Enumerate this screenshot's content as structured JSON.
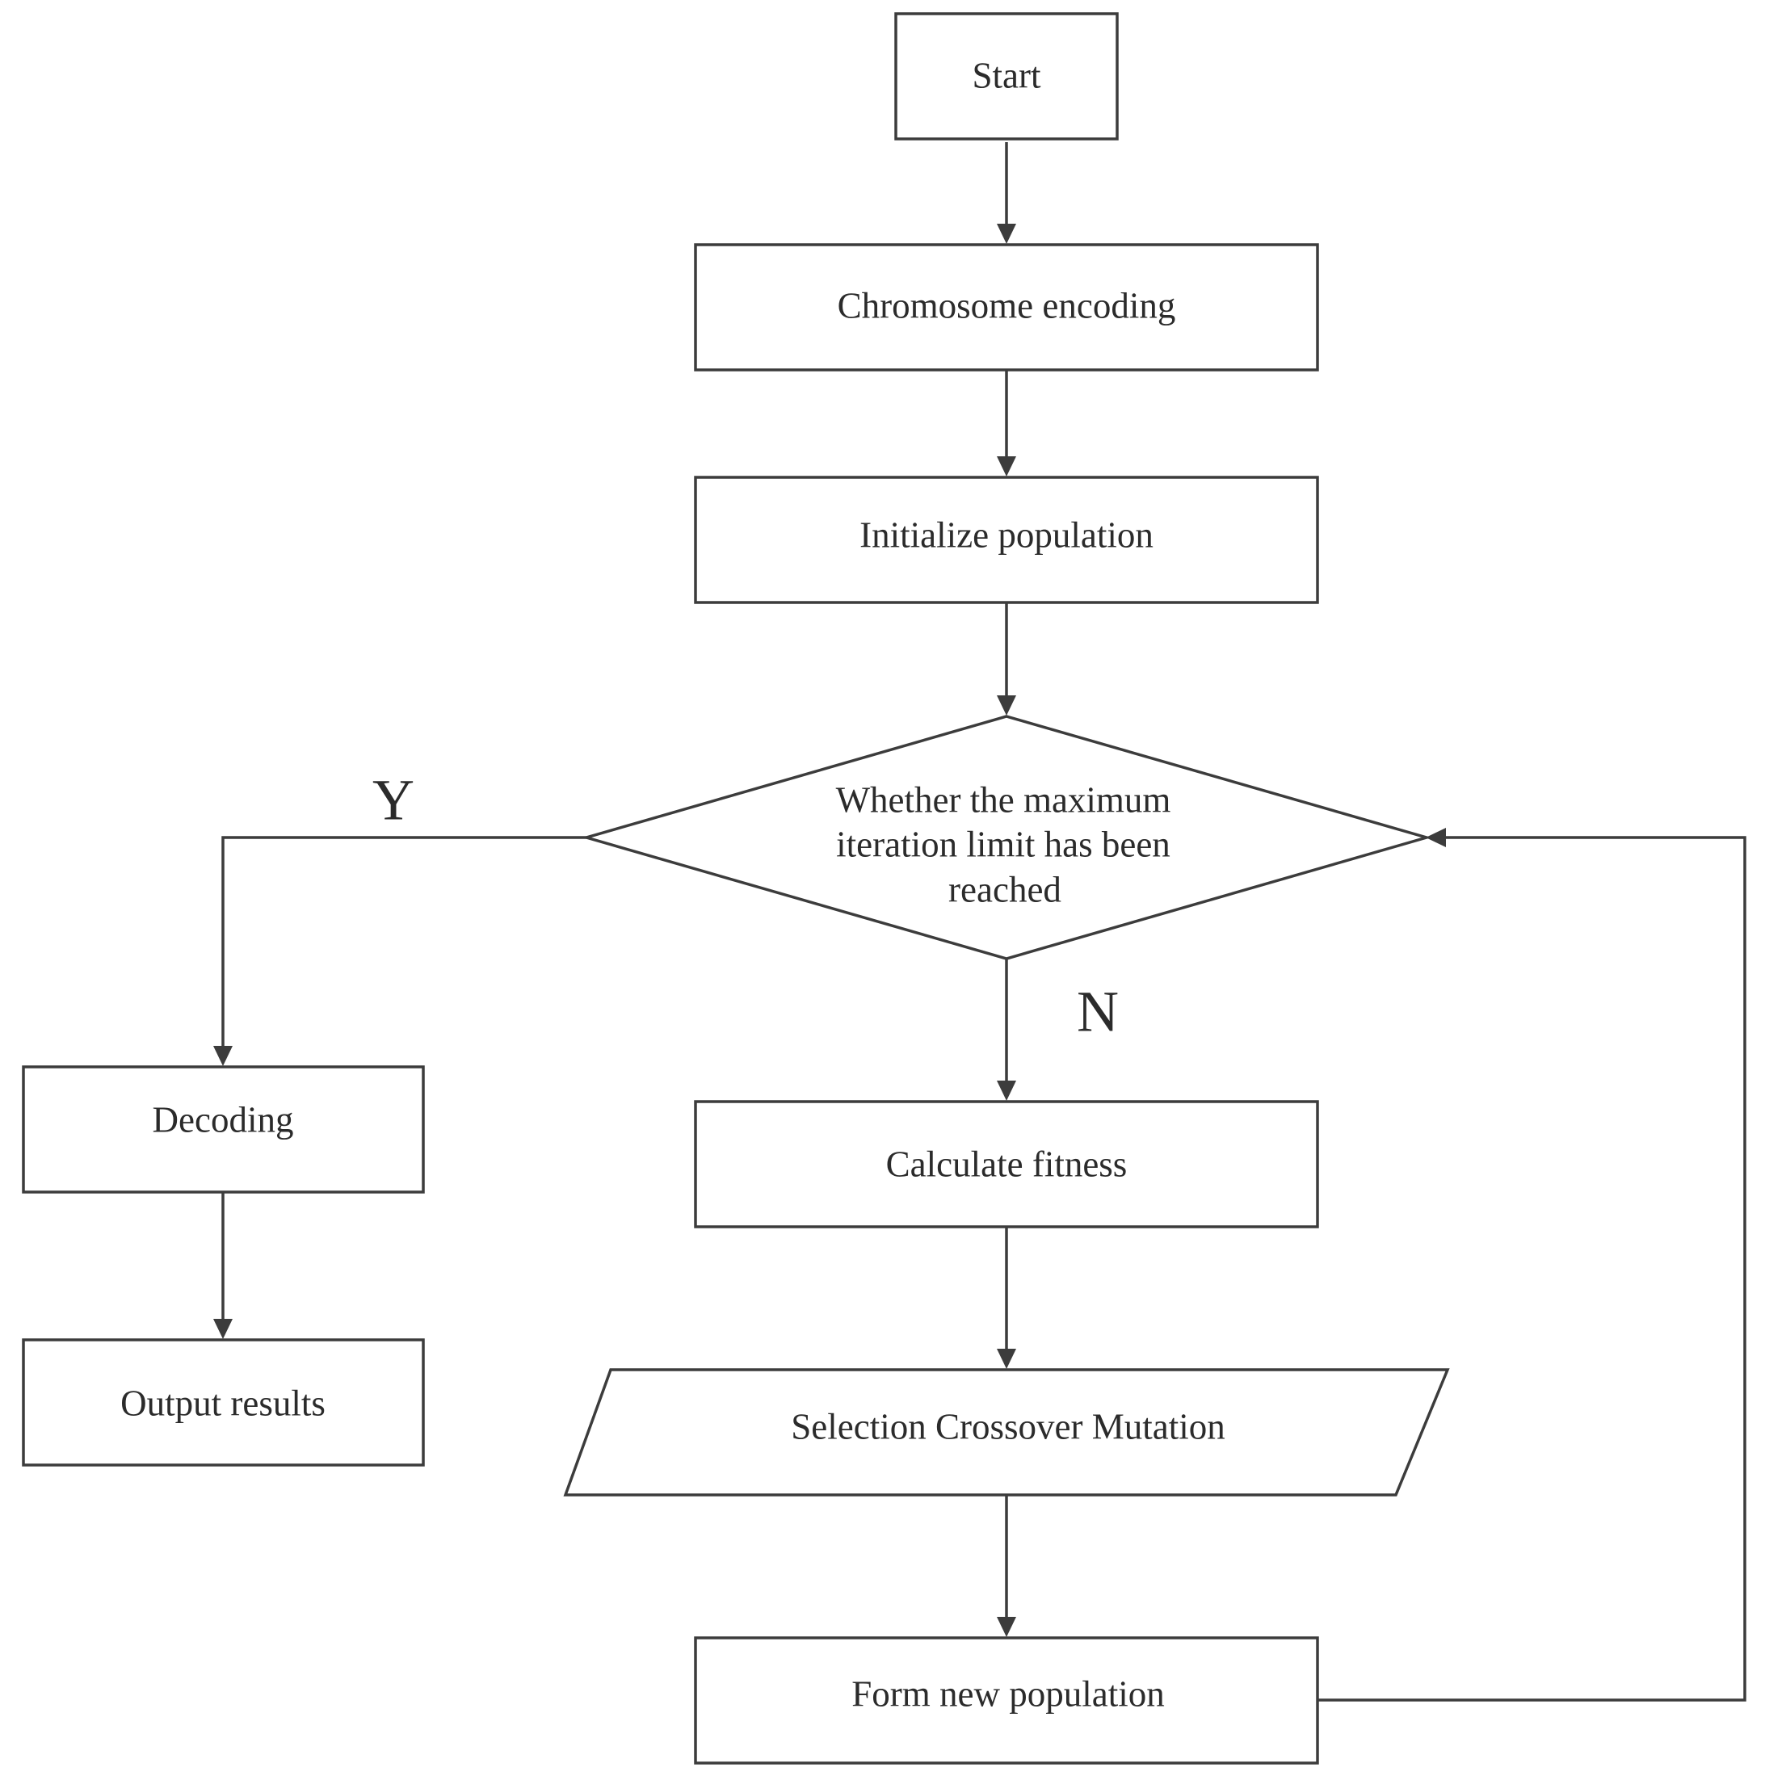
{
  "nodes": {
    "start": {
      "label": "Start"
    },
    "encoding": {
      "label": "Chromosome encoding"
    },
    "init_pop": {
      "label": "Initialize population"
    },
    "decision": {
      "lines": [
        "Whether the maximum",
        "iteration limit has been",
        "reached"
      ]
    },
    "fitness": {
      "label": "Calculate fitness"
    },
    "operators": {
      "label": "Selection Crossover Mutation"
    },
    "new_pop": {
      "label": "Form new population"
    },
    "decoding": {
      "label": "Decoding"
    },
    "output": {
      "label": "Output results"
    }
  },
  "branches": {
    "yes": "Y",
    "no": "N"
  },
  "colors": {
    "stroke": "#3c3c3c",
    "text": "#2b2b2b",
    "background": "#ffffff"
  }
}
